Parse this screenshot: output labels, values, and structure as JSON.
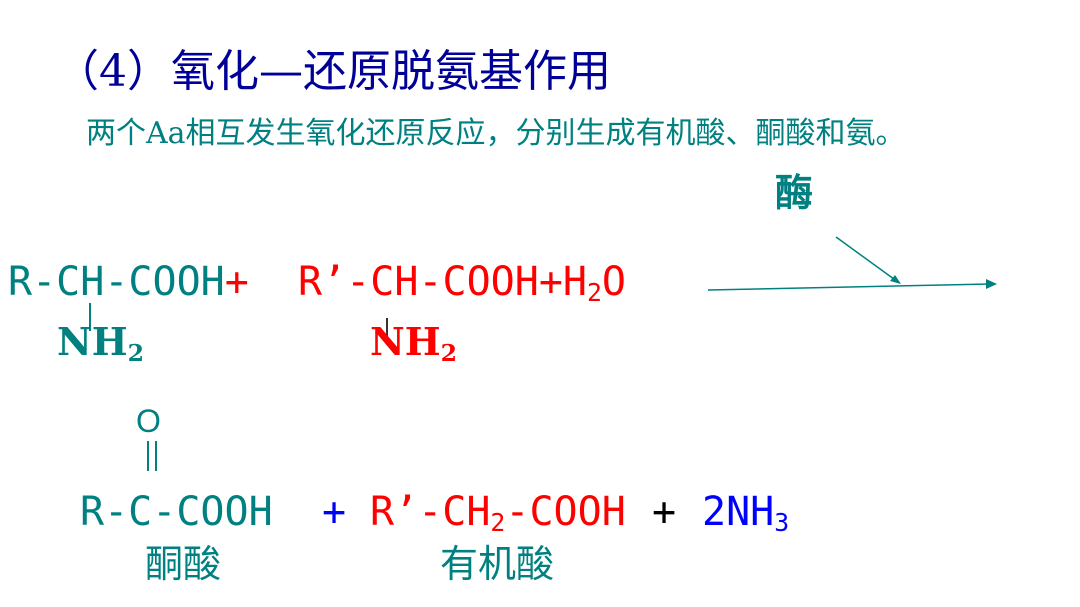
{
  "title": "（4）氧化—还原脱氨基作用",
  "subtitle": "两个Aa相互发生氧化还原反应，分别生成有机酸、酮酸和氨。",
  "enzyme_label": "酶",
  "reaction1": {
    "left_main": "R-CH-COOH",
    "left_plus": "+",
    "right_main": "R’-CH-COOH+H",
    "right_sub": "2",
    "right_end": "O",
    "amino_left": "NH",
    "amino_left_sub": "2",
    "amino_right": "NH",
    "amino_right_sub": "2"
  },
  "reaction2": {
    "oxygen": "O",
    "keto": "R-C-COOH",
    "plus1": "+",
    "organic_pre": "R’-CH",
    "organic_sub": "2",
    "organic_post": "-COOH",
    "plus2": "+",
    "ammonia_pre": "2NH",
    "ammonia_sub": "3",
    "label_keto": "酮酸",
    "label_organic": "有机酸"
  },
  "colors": {
    "title": "#000099",
    "teal": "#008080",
    "red": "#ff0000",
    "blue": "#0000ff",
    "black": "#000000"
  }
}
